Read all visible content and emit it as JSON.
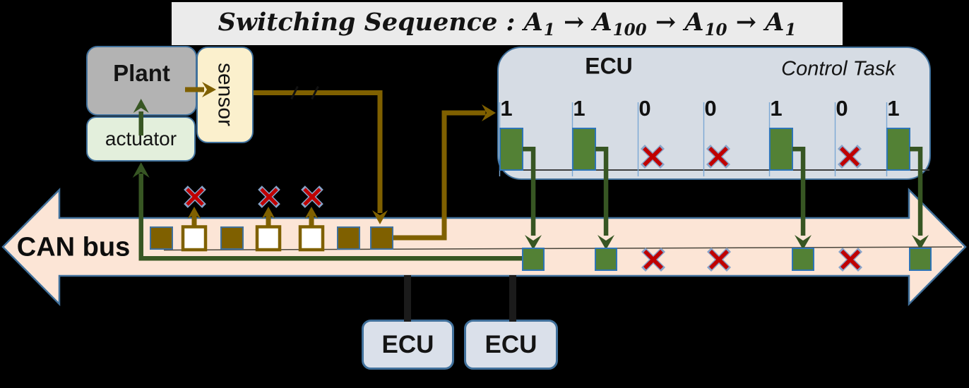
{
  "banner": {
    "parts": [
      {
        "text": "Switching Sequence : "
      },
      {
        "text": "A",
        "sub": "1"
      },
      {
        "text": " → "
      },
      {
        "text": "A",
        "sub": "100"
      },
      {
        "text": " → "
      },
      {
        "text": "A",
        "sub": "10"
      },
      {
        "text": " → "
      },
      {
        "text": "A",
        "sub": "1"
      }
    ]
  },
  "plant_label": "Plant",
  "sensor_label": "sensor",
  "actuator_label": "actuator",
  "ecu_panel": {
    "title": "ECU",
    "subtitle": "Control Task",
    "slots": [
      {
        "bit": "1"
      },
      {
        "bit": "1"
      },
      {
        "bit": "0"
      },
      {
        "bit": "0"
      },
      {
        "bit": "1"
      },
      {
        "bit": "0"
      },
      {
        "bit": "1"
      }
    ]
  },
  "can_bus": {
    "label": "CAN bus",
    "sensor_messages": [
      "sent",
      "dropped",
      "sent",
      "dropped",
      "dropped",
      "sent",
      "sent"
    ]
  },
  "bottom_ecus": [
    "ECU",
    "ECU"
  ],
  "colors": {
    "background": "#000000",
    "banner_bg": "#ebebeb",
    "steel_blue": "#41719c",
    "square_border_blue": "#2e75b6",
    "tick_blue": "#7ba7d4",
    "bus_fill": "#fce5d6",
    "panel_fill": "#d6dce4",
    "olive": "#7f6000",
    "green": "#538135",
    "dark_green": "#375623",
    "red": "#c00000",
    "x_outline": "#87a3c9",
    "connector_black": "#1b1b1b",
    "timeline_gray": "#4a463c"
  }
}
